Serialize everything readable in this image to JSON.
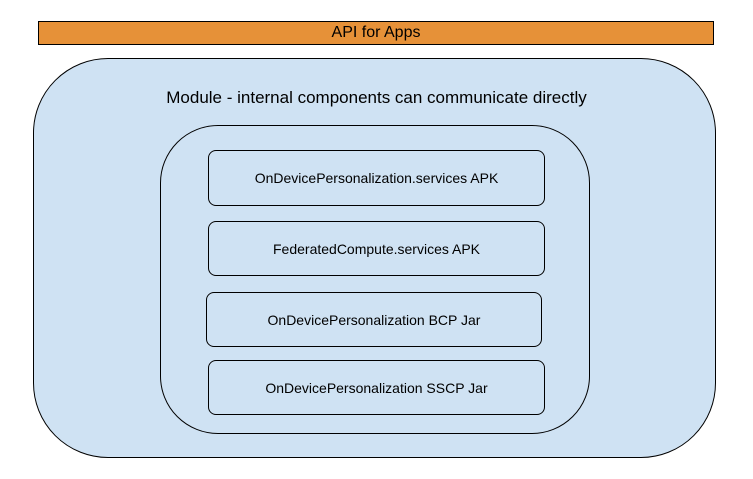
{
  "api_bar": {
    "label": "API for Apps"
  },
  "module": {
    "title": "Module - internal components can communicate directly",
    "components": [
      {
        "label": "OnDevicePersonalization.services APK"
      },
      {
        "label": "FederatedCompute.services APK"
      },
      {
        "label": "OnDevicePersonalization BCP Jar"
      },
      {
        "label": "OnDevicePersonalization SSCP Jar"
      }
    ]
  },
  "colors": {
    "api_bar_fill": "#e69138",
    "module_fill": "#cfe2f3",
    "outline": "#000000"
  }
}
